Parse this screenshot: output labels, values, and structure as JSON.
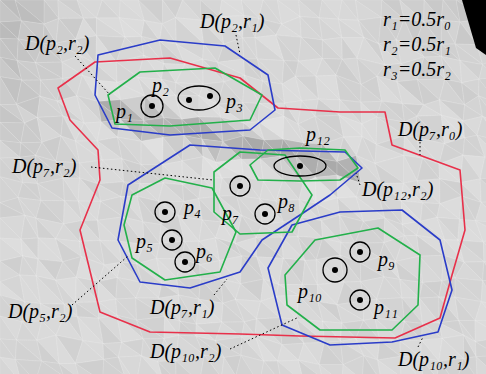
{
  "diagram": {
    "labels": [
      "D(p₂,r₁)",
      "r₁=0.5r₀",
      "D(p₂,r₂)",
      "r₂=0.5r₁",
      "r₃=0.5r₂",
      "p₂",
      "p₃",
      "p₁",
      "D(p₇,r₀)",
      "p₁₂",
      "D(p₇,r₂)",
      "D(p₁₂,r₂)",
      "p₈",
      "p₄",
      "p₇",
      "p₅",
      "p₆",
      "p₉",
      "p₁₀",
      "D(p₇,r₁)",
      "p₁₁",
      "D(p₅,r₂)",
      "D(p₁₀,r₂)",
      "D(p₁₀,r₁)"
    ]
  }
}
